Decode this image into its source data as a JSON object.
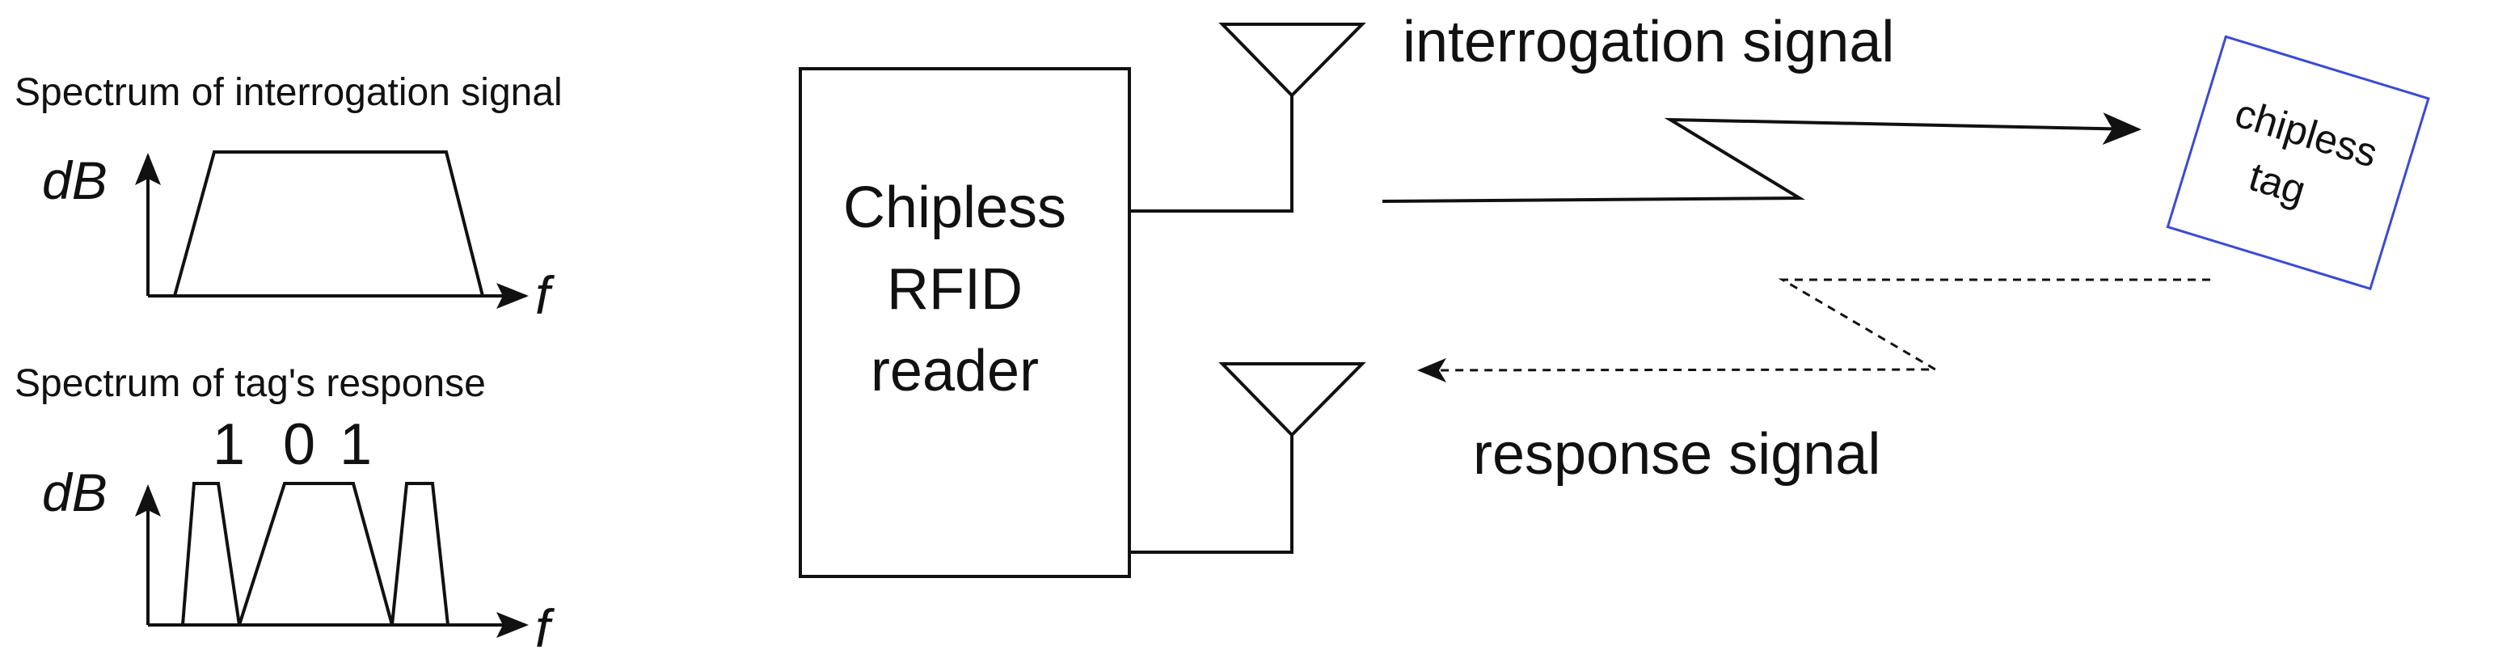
{
  "spectra": {
    "interrogation": {
      "title": "Spectrum of interrogation signal",
      "y_axis": "dB",
      "x_axis": "f"
    },
    "response": {
      "title": "Spectrum of tag's response",
      "y_axis": "dB",
      "x_axis": "f",
      "bits": [
        "1",
        "0",
        "1"
      ]
    }
  },
  "reader": {
    "lines": [
      "Chipless",
      "RFID",
      "reader"
    ]
  },
  "signals": {
    "interrogation": "interrogation signal",
    "response": "response signal"
  },
  "tag": {
    "line1": "chipless",
    "line2": "tag",
    "border_color": "#3b4bd1"
  }
}
